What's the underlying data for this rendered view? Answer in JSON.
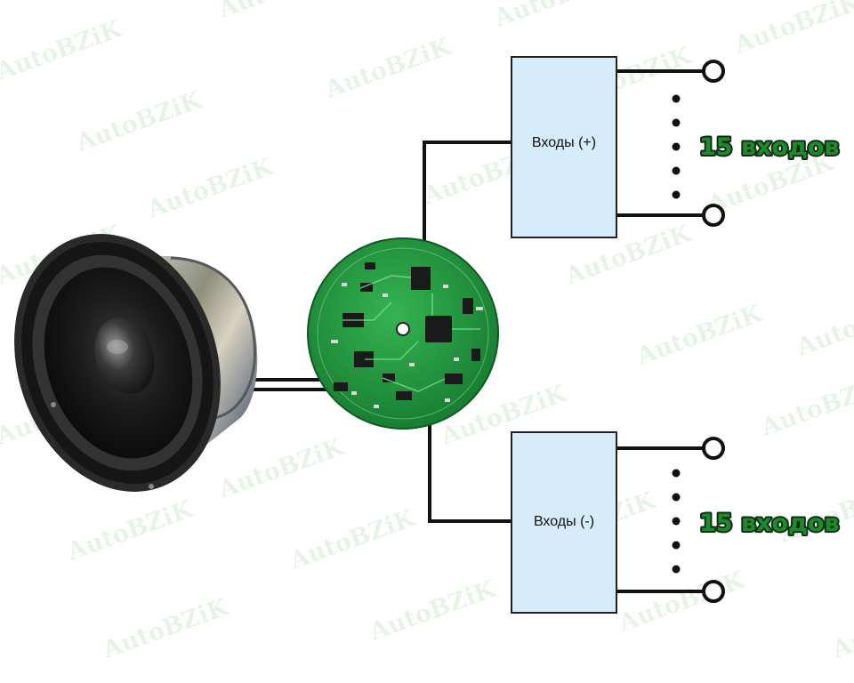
{
  "watermark": "AutoBZiK",
  "blocks": [
    {
      "label": "Входы (+)",
      "count_label": "15 входов"
    },
    {
      "label": "Входы (-)",
      "count_label": "15 входов"
    }
  ],
  "colors": {
    "box_fill": "#d6ecfb",
    "box_stroke": "#222222",
    "wire": "#111111",
    "count_text": "#1e8a2e",
    "count_outline": "#0f2f12",
    "pcb": "#1f8f3a",
    "watermark": "#56a94f"
  },
  "icons": {
    "speaker": "speaker-illustration",
    "board": "circuit-board-illustration",
    "terminal": "terminal-circle-icon"
  }
}
